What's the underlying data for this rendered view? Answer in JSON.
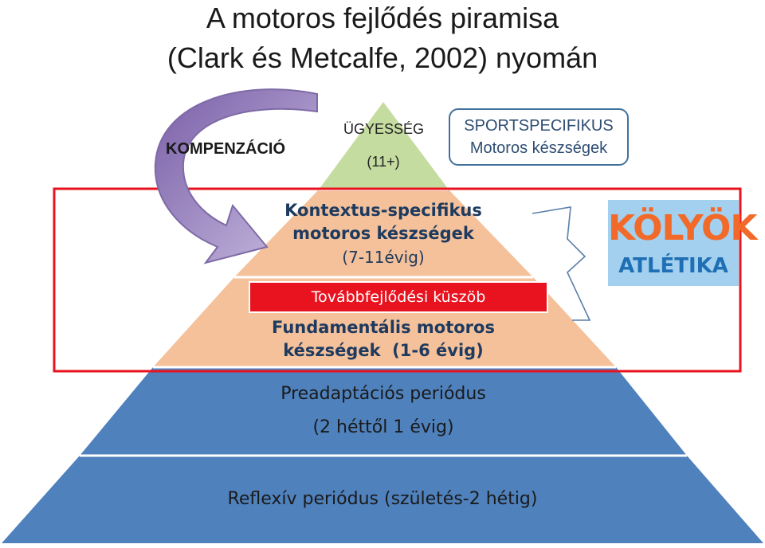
{
  "title": {
    "line1": "A motoros fejlődés piramisa",
    "line2": "(Clark és Metcalfe, 2002) nyomán"
  },
  "compensation": {
    "label": "KOMPENZÁCIÓ"
  },
  "pyramid": {
    "top": {
      "label": "ÜGYESSÉG",
      "age": "(11+)",
      "color": "#c5dca0"
    },
    "contextual": {
      "line1": "Kontextus-specifikus",
      "line2": "motoros készségek",
      "age": "(7-11évig)",
      "color": "#f4c19a"
    },
    "threshold": {
      "label": "Továbbfejlődési küszöb",
      "color": "#e8131f"
    },
    "fundamental": {
      "line1": "Fundamentális motoros",
      "line2": "készségek  (1-6 évig)",
      "color": "#f4c19a"
    },
    "preadaptive": {
      "line1": "Preadaptációs periódus",
      "line2": "(2 héttől 1 évig)",
      "color": "#4f81bd"
    },
    "reflexive": {
      "label": "Reflexív periódus (születés-2 hétig)",
      "color": "#4f81bd"
    }
  },
  "sport_box": {
    "line1": "SPORTSPECIFIKUS",
    "line2": "Motoros készségek"
  },
  "highlight_color": "#e8131f",
  "logo": {
    "word1": "KÖLYÖK",
    "word2": "ATLÉTIKA"
  }
}
